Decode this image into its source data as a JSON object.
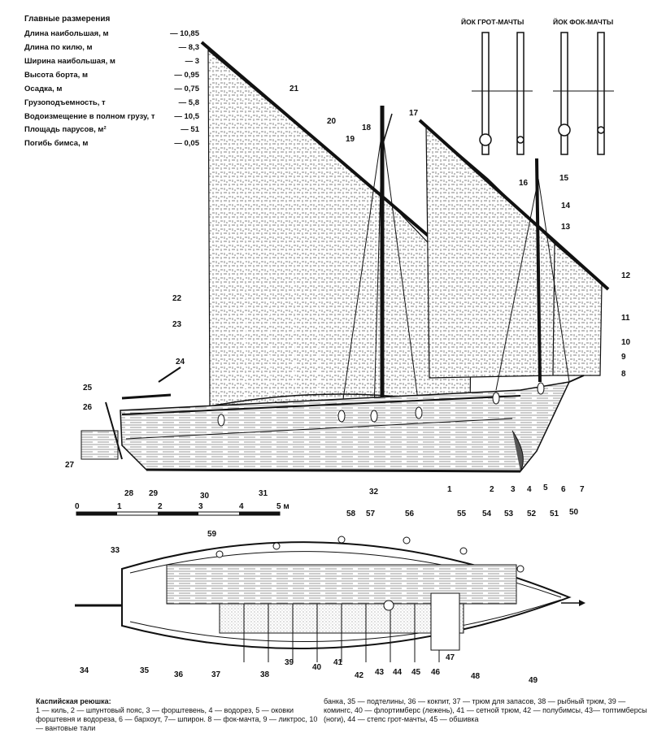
{
  "dimensions": {
    "heading": "Главные размерения",
    "rows": [
      {
        "label": "Длина наибольшая, м",
        "value": "— 10,85"
      },
      {
        "label": "Длина по килю, м",
        "value": "— 8,3"
      },
      {
        "label": "Ширина наибольшая, м",
        "value": "— 3"
      },
      {
        "label": "Высота борта, м",
        "value": "— 0,95"
      },
      {
        "label": "Осадка, м",
        "value": "— 0,75"
      },
      {
        "label": "Грузоподъемность, т",
        "value": "— 5,8"
      },
      {
        "label": "Водоизмещение в полном грузу, т",
        "value": "— 10,5"
      },
      {
        "label": "Площадь парусов, м²",
        "value": "— 51"
      },
      {
        "label": "Погибь бимса, м",
        "value": "— 0,05"
      }
    ]
  },
  "details": {
    "mainmast_yoke": "ЙОК ГРОТ-МАЧТЫ",
    "foremast_yoke": "ЙОК ФОК-МАЧТЫ"
  },
  "scale": {
    "ticks": [
      "0",
      "1",
      "2",
      "3",
      "4",
      "5 м"
    ]
  },
  "callouts": [
    "1",
    "2",
    "3",
    "4",
    "5",
    "6",
    "7",
    "8",
    "9",
    "10",
    "11",
    "12",
    "13",
    "14",
    "15",
    "16",
    "17",
    "18",
    "19",
    "20",
    "21",
    "22",
    "23",
    "24",
    "25",
    "26",
    "27",
    "28",
    "29",
    "30",
    "31",
    "32",
    "33",
    "34",
    "35",
    "36",
    "37",
    "38",
    "39",
    "40",
    "41",
    "42",
    "43",
    "44",
    "45",
    "46",
    "47",
    "48",
    "49",
    "50",
    "51",
    "52",
    "53",
    "54",
    "55",
    "56",
    "57",
    "58",
    "59"
  ],
  "caption": {
    "title": "Каспийская реюшка:",
    "col1": "1 — киль, 2 — шпунтовый пояс, 3 — форштевень, 4 — водорез, 5 — оковки форштевня и водореза, 6 — бархоут, 7— шпирон. 8 — фок-мачта, 9 — ликтрос, 10 — вантовые тали",
    "col2": "банка, 35 — подтелины, 36 — кокпит, 37 — трюм для запасов, 38 — рыбный трюм, 39 — комингс, 40 — флортимберс (лежень), 41 — сетной трюм, 42 — полубимсы, 43— топтимберсы (ноги), 44 — степс грот-мачты, 45 — обшивка"
  }
}
